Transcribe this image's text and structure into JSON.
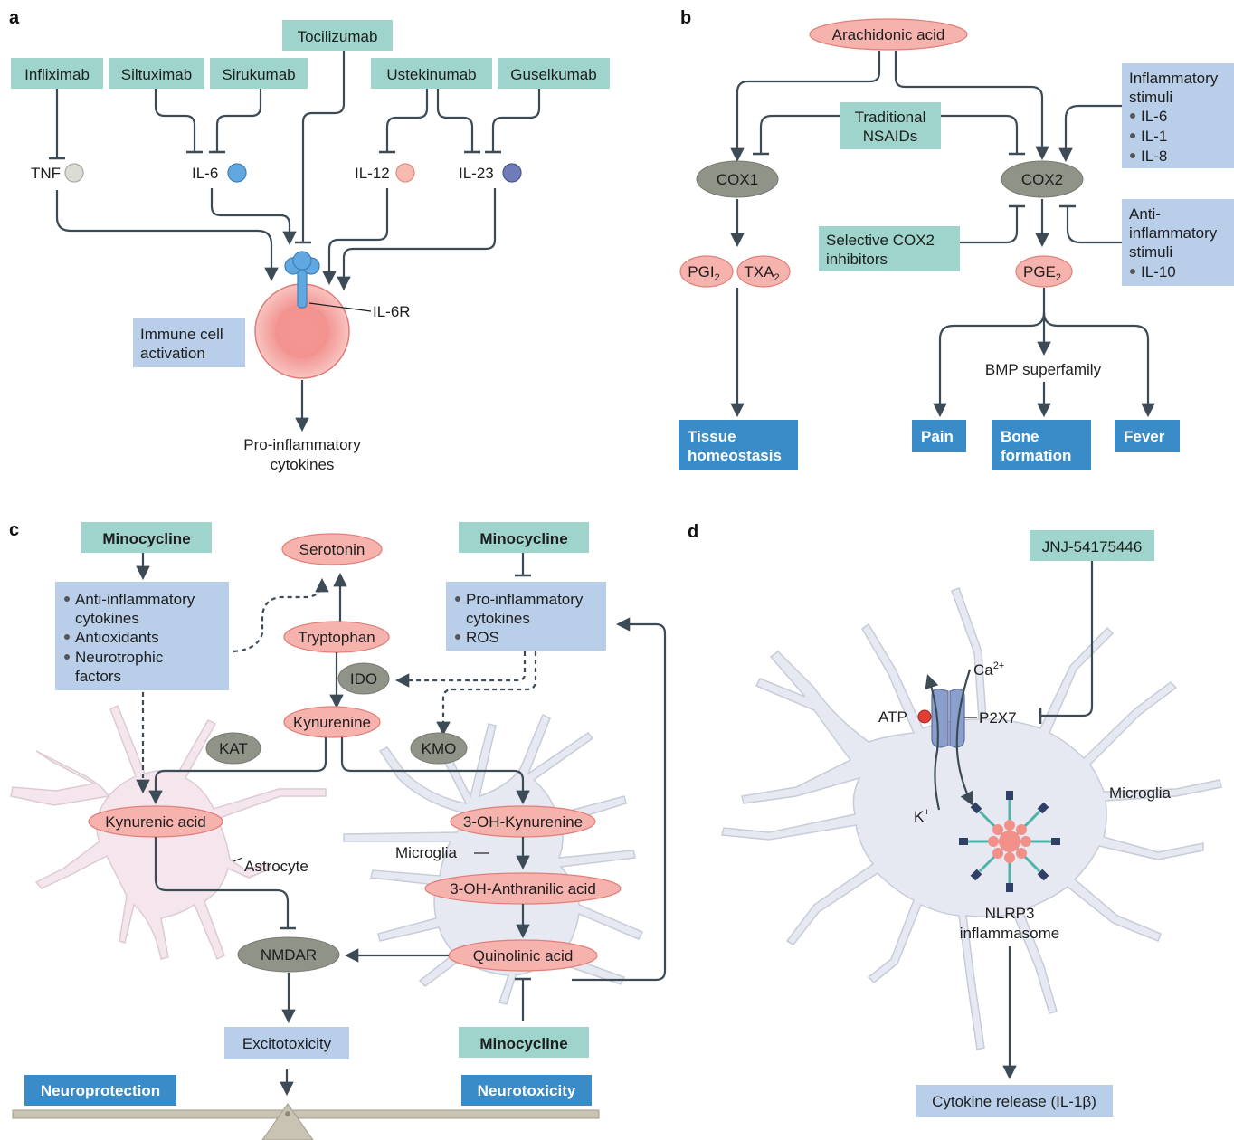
{
  "panels": {
    "a": {
      "letter": "a",
      "drugs": {
        "infliximab": "Infliximab",
        "siltuximab": "Siltuximab",
        "sirukumab": "Sirukumab",
        "tocilizumab": "Tocilizumab",
        "ustekinumab": "Ustekinumab",
        "guselkumab": "Guselkumab"
      },
      "cytokines": {
        "tnf": "TNF",
        "il6": "IL-6",
        "il12": "IL-12",
        "il23": "IL-23"
      },
      "receptor_label": "IL-6R",
      "activation_line1": "Immune cell",
      "activation_line2": "activation",
      "output_line1": "Pro-inflammatory",
      "output_line2": "cytokines",
      "colors": {
        "tnf": "#dcdcd6",
        "il6": "#62a8e0",
        "il12": "#f7b9b0",
        "il23": "#6f7cb8"
      }
    },
    "b": {
      "letter": "b",
      "arachidonic": "Arachidonic acid",
      "cox1": "COX1",
      "cox2": "COX2",
      "nsaids_line1": "Traditional",
      "nsaids_line2": "NSAIDs",
      "selective_line1": "Selective COX2",
      "selective_line2": "inhibitors",
      "inflam_title_1": "Inflammatory",
      "inflam_title_2": "stimuli",
      "inflam_items": [
        "IL-6",
        "IL-1",
        "IL-8"
      ],
      "anti_title_1": "Anti-",
      "anti_title_2": "inflammatory",
      "anti_title_3": "stimuli",
      "anti_items": [
        "IL-10"
      ],
      "pgi_base": "PGI",
      "pgi_sub": "2",
      "txa_base": "TXA",
      "txa_sub": "2",
      "pge_base": "PGE",
      "pge_sub": "2",
      "bmp": "BMP superfamily",
      "outcomes": {
        "tissue_1": "Tissue",
        "tissue_2": "homeostasis",
        "pain": "Pain",
        "bone_1": "Bone",
        "bone_2": "formation",
        "fever": "Fever"
      }
    },
    "c": {
      "letter": "c",
      "minocycline": "Minocycline",
      "left_box_items": [
        [
          "Anti-inflammatory",
          "cytokines"
        ],
        [
          "Antioxidants"
        ],
        [
          "Neurotrophic",
          "factors"
        ]
      ],
      "right_box_items": [
        [
          "Pro-inflammatory",
          "cytokines"
        ],
        [
          "ROS"
        ]
      ],
      "serotonin": "Serotonin",
      "tryptophan": "Tryptophan",
      "ido": "IDO",
      "kynurenine": "Kynurenine",
      "kat": "KAT",
      "kmo": "KMO",
      "kynurenic_acid": "Kynurenic acid",
      "oh_kynurenine": "3-OH-Kynurenine",
      "oh_anthranilic": "3-OH-Anthranilic acid",
      "quinolinic": "Quinolinic acid",
      "nmdar": "NMDAR",
      "astrocyte": "Astrocyte",
      "microglia": "Microglia",
      "excitotoxicity": "Excitotoxicity",
      "neuroprotection": "Neuroprotection",
      "neurotoxicity": "Neurotoxicity"
    },
    "d": {
      "letter": "d",
      "drug": "JNJ-54175446",
      "ca": "Ca",
      "ca_sup": "2+",
      "atp": "ATP",
      "p2x7": "P2X7",
      "k": "K",
      "k_sup": "+",
      "microglia": "Microglia",
      "nlrp3_line1": "NLRP3",
      "nlrp3_line2": "inflammasome",
      "cytokine_release": "Cytokine release (IL-1β)"
    }
  }
}
